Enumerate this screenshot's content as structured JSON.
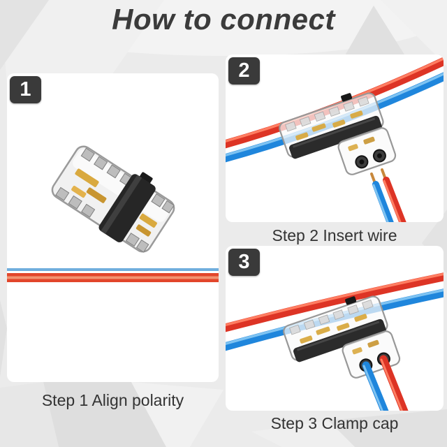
{
  "title": "How to connect",
  "steps": [
    {
      "number": "1",
      "caption": "Step 1 Align polarity"
    },
    {
      "number": "2",
      "caption": "Step 2 Insert wire"
    },
    {
      "number": "3",
      "caption": "Step 3 Clamp cap"
    }
  ],
  "colors": {
    "background": "#ebebeb",
    "panel": "#ffffff",
    "badge_bg": "#3a3a3a",
    "badge_text": "#ffffff",
    "title_text": "#3b3b3b",
    "caption_text": "#333333",
    "wire_red": "#dd3425",
    "wire_red_highlight": "#ff7e62",
    "wire_blue": "#1f86dc",
    "wire_blue_highlight": "#7ec3f2",
    "copper_tip": "#c8883c",
    "connector_body": "#f4f4f4",
    "connector_outline": "#989898",
    "clamp_black": "#2b2b2b",
    "contact_gold": "#d9a93f"
  }
}
